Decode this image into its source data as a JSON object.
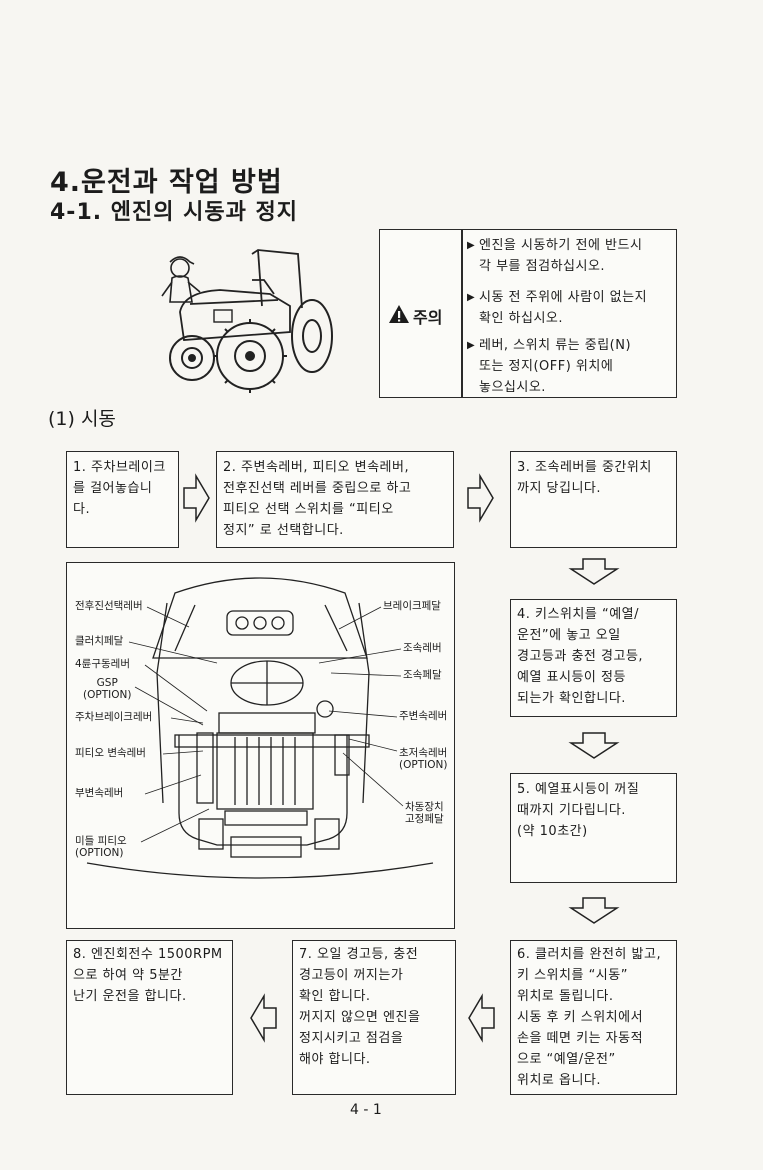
{
  "header": {
    "chapter_title": "4.운전과 작업 방법",
    "section_title": "4-1. 엔진의 시동과 정지"
  },
  "caution": {
    "label": "주의",
    "items": [
      "엔진을 시동하기 전에 반드시\n각 부를 점검하십시오.",
      "시동 전 주위에 사람이 없는지\n확인 하십시오.",
      "레버, 스위치 류는 중립(N)\n또는 정지(OFF) 위치에\n놓으십시오."
    ]
  },
  "start_heading": "(1) 시동",
  "steps": [
    "1. 주차브레이크\n를 걸어놓습니\n다.",
    "2. 주변속레버, 피티오 변속레버,\n전후진선택 레버를 중립으로 하고\n피티오 선택 스위치를 “피티오\n정지” 로 선택합니다.",
    "3. 조속레버를 중간위치\n까지 당깁니다.",
    "4. 키스위치를 “예열/\n운전”에 놓고 오일\n경고등과 충전 경고등,\n예열 표시등이 정등\n되는가 확인합니다.",
    "5. 예열표시등이 꺼질\n때까지 기다립니다.\n(약 10초간)",
    "6. 클러치를 완전히 밟고,\n키 스위치를 “시동”\n위치로 돌립니다.\n시동 후 키 스위치에서\n손을 떼면 키는 자동적\n으로 “예열/운전”\n위치로 옵니다.",
    "7. 오일 경고등, 충전\n경고등이 꺼지는가\n확인 합니다.\n꺼지지 않으면 엔진을\n정지시키고 점검을\n해야 합니다.",
    "8. 엔진회전수 1500RPM\n으로 하여 약 5분간\n난기 운전을 합니다."
  ],
  "diagram_labels": {
    "left": [
      "전후진선택레버",
      "클러치페달",
      "4륜구동레버",
      "GSP\n(OPTION)",
      "주차브레이크레버",
      "피티오 변속레버",
      "부변속레버",
      "미들 피티오\n(OPTION)"
    ],
    "right": [
      "브레이크페달",
      "조속레버",
      "조속페달",
      "주변속레버",
      "초저속레버\n(OPTION)",
      "차동장치\n고정페달"
    ]
  },
  "page_number": "4 - 1",
  "colors": {
    "ink": "#1c1c1c",
    "paper": "#f7f6f2"
  }
}
